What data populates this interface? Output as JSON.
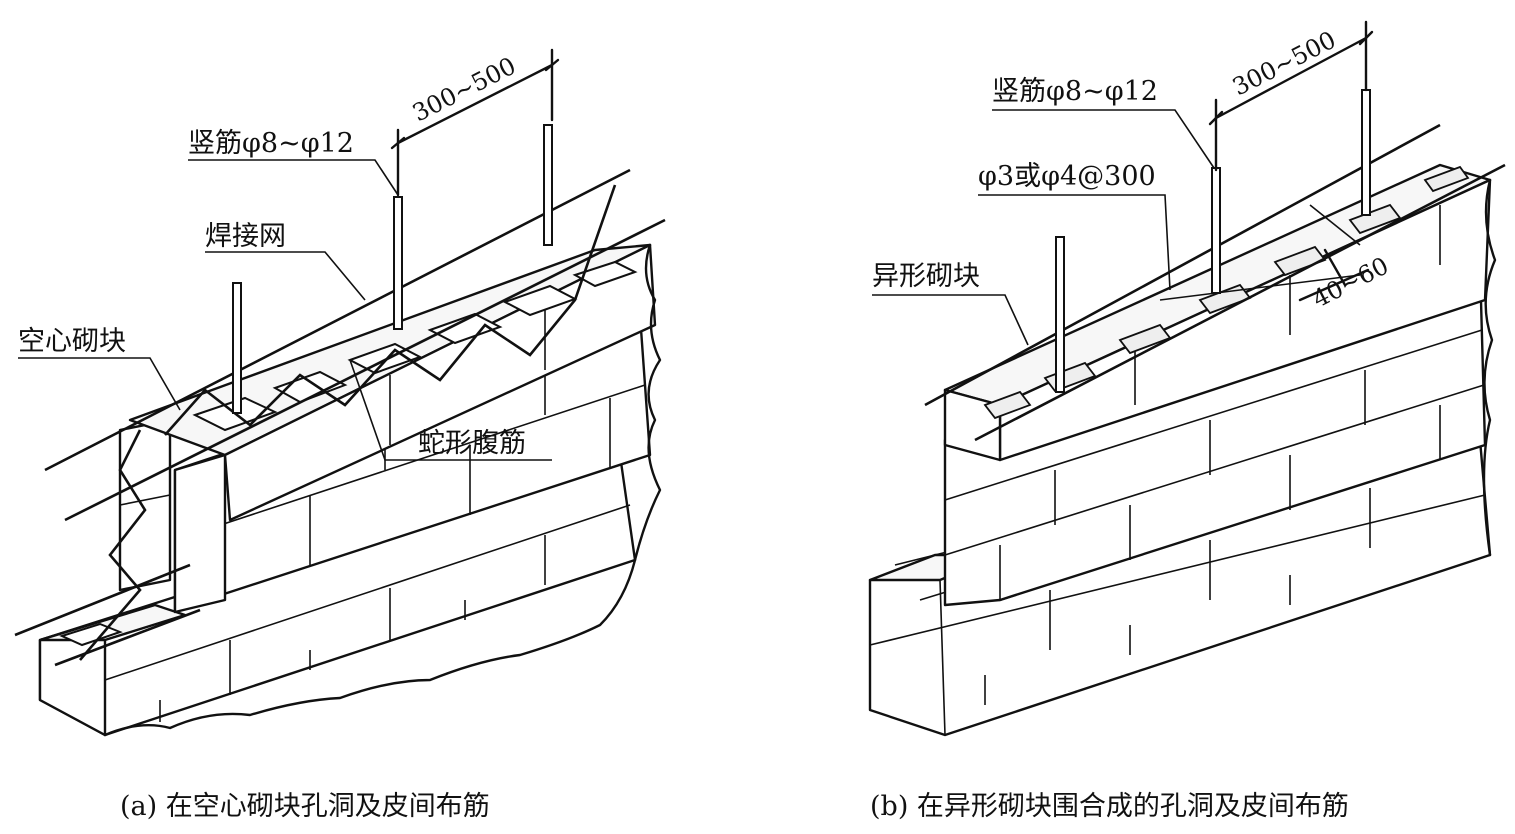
{
  "figure_a": {
    "caption": "(a) 在空心砌块孔洞及皮间布筋",
    "labels": {
      "vertical_bar": "竖筋φ8~φ12",
      "spacing": "300~500",
      "welded_mesh": "焊接网",
      "hollow_block": "空心砌块",
      "snake_bar": "蛇形腹筋"
    }
  },
  "figure_b": {
    "caption": "(b) 在异形砌块围合成的孔洞及皮间布筋",
    "labels": {
      "vertical_bar": "竖筋φ8~φ12",
      "spacing": "300~500",
      "tie_bar": "φ3或φ4@300",
      "shaped_block": "异形砌块",
      "gap": "40~60"
    }
  }
}
